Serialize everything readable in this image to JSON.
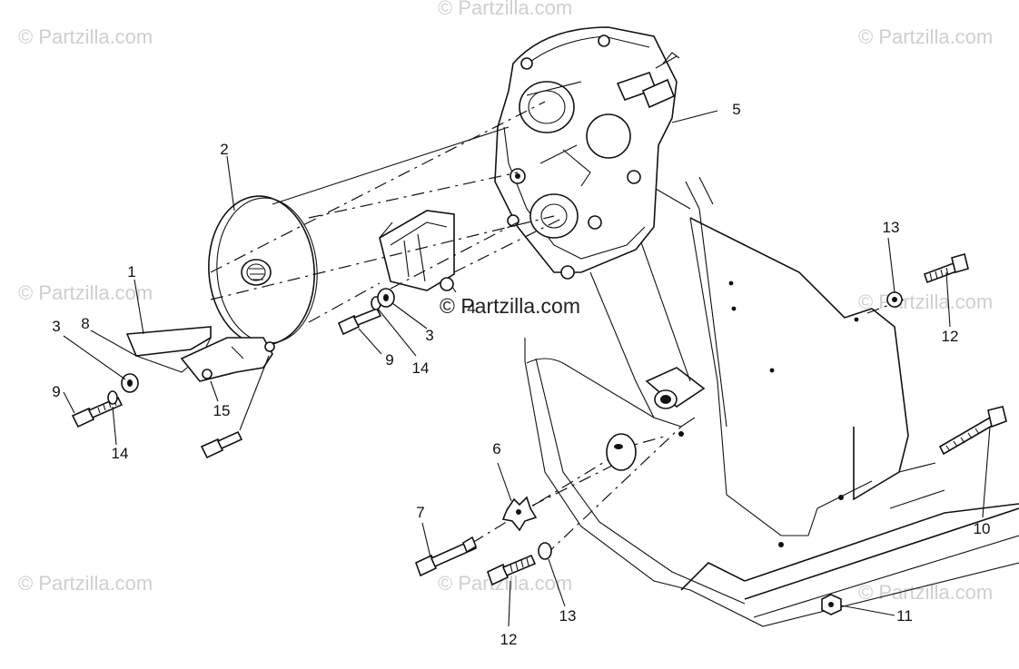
{
  "watermarks": {
    "corner": "© Partzilla.com",
    "center": "© Partzilla.com"
  },
  "callouts": {
    "c1": "1",
    "c2": "2",
    "c3a": "3",
    "c3b": "3",
    "c4": "4",
    "c5": "5",
    "c6": "6",
    "c7": "7",
    "c8": "8",
    "c9a": "9",
    "c9b": "9",
    "c10": "10",
    "c11": "11",
    "c12a": "12",
    "c12b": "12",
    "c13a": "13",
    "c13b": "13",
    "c14a": "14",
    "c14b": "14",
    "c15": "15"
  }
}
